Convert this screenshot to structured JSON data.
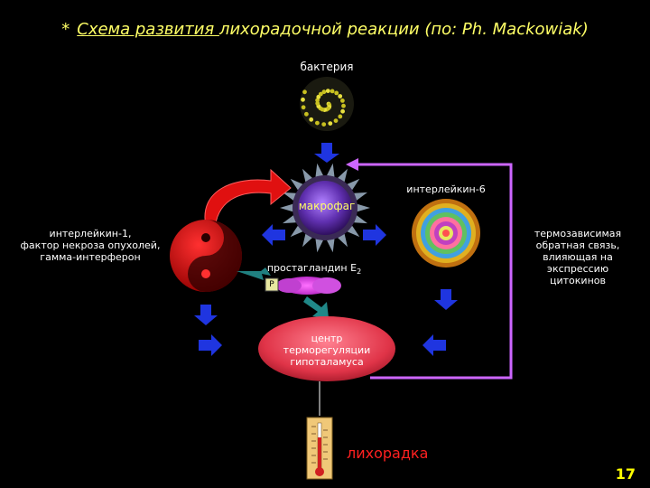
{
  "title": {
    "star": "*",
    "underlined": "Схема развития ",
    "rest": "лихорадочной реакции (по: Ph. Mackowiak)"
  },
  "labels": {
    "bacteria": "бактерия",
    "macrophage": "макрофаг",
    "interleukin6": "интерлейкин-6",
    "cytokines": [
      "интерлейкин-1,",
      "фактор некроза опухолей,",
      "гамма-интерферон"
    ],
    "prostaglandin": "простагландин E",
    "prostaglandin_sub": "2",
    "feedback": [
      "термозависимая",
      "обратная связь,",
      "влияющая на",
      "экспрессию",
      "цитокинов"
    ],
    "center": [
      "центр",
      "терморегуляции",
      "гипоталамуса"
    ],
    "fever": "лихорадка",
    "p_marker": "P"
  },
  "colors": {
    "arrow_blue": "#1f35e0",
    "feedback_line": "#cc66ff",
    "curved_arrow": "#e01010",
    "title": "#ffff66",
    "center_ellipse": "#e84050"
  },
  "icons": {
    "bacteria": "spiral-bacteria-icon",
    "macrophage": "spiked-macrophage-icon",
    "yin_yang": "yin-yang-icon",
    "il6_cell": "concentric-cell-icon",
    "thermometer": "thermometer-icon"
  },
  "page_number": "17"
}
